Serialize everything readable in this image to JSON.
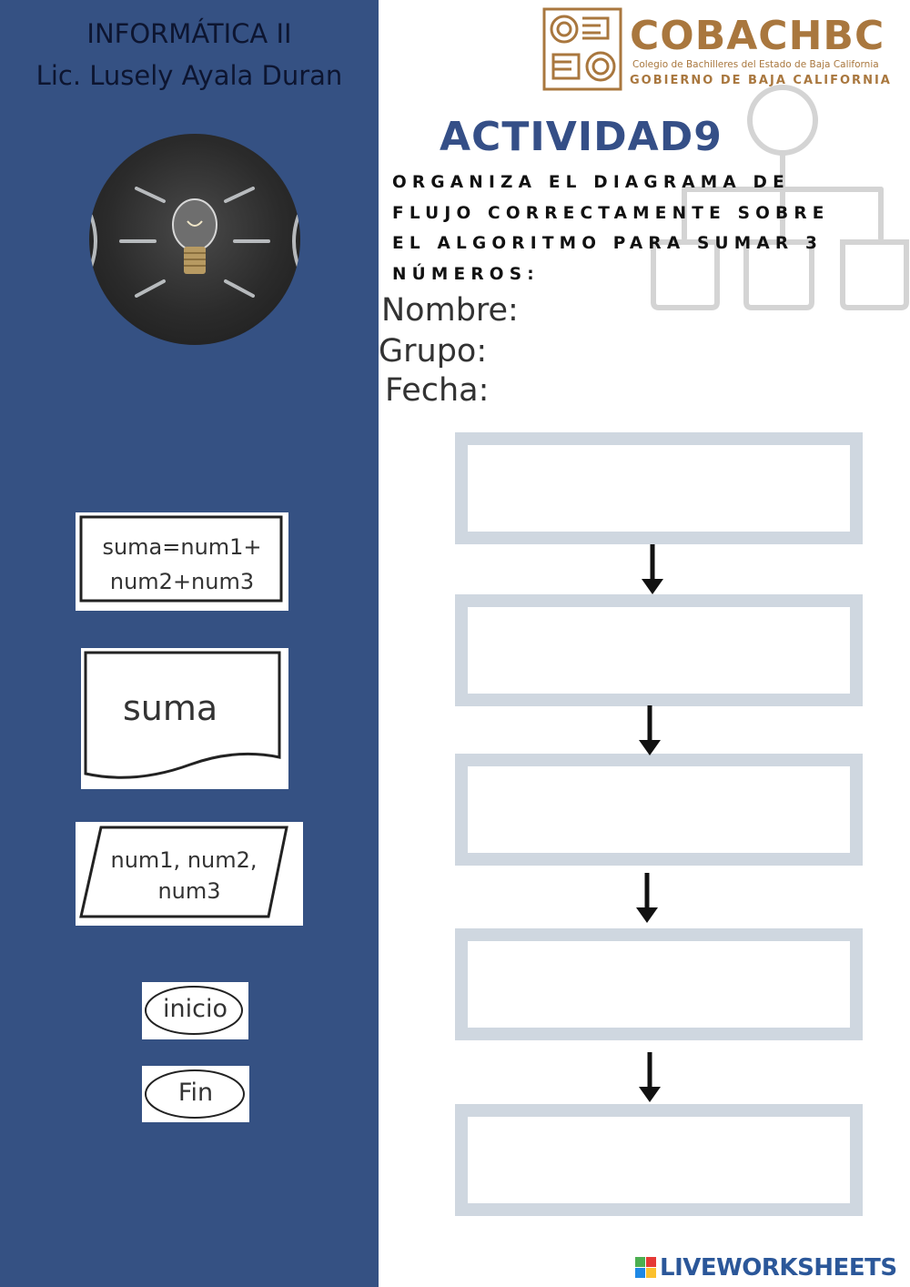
{
  "header": {
    "course": "INFORMÁTICA II",
    "teacher": "Lic. Lusely Ayala Duran"
  },
  "logo": {
    "name": "COBACHBC",
    "subtitle": "Colegio de Bachilleres del Estado de Baja California",
    "government": "GOBIERNO DE BAJA CALIFORNIA",
    "color": "#a9773e"
  },
  "activity": {
    "title": "ACTIVIDAD9",
    "instructions": "ORGANIZA EL DIAGRAMA DE FLUJO CORRECTAMENTE SOBRE EL ALGORITMO PARA SUMAR 3 NÚMEROS:"
  },
  "form": {
    "name_label": "Nombre:",
    "group_label": "Grupo:",
    "date_label": "Fecha:"
  },
  "cards": {
    "process": [
      "suma=num1+",
      "num2+num3"
    ],
    "output": "suma",
    "input": [
      "num1, num2,",
      "num3"
    ],
    "start": "inicio",
    "end": "Fin"
  },
  "slots": [
    "",
    "",
    "",
    "",
    ""
  ],
  "footer": {
    "watermark": "LIVEWORKSHEETS"
  },
  "colors": {
    "sidebar": "#355183",
    "title": "#354f87",
    "slot_border": "#cfd7e0"
  }
}
